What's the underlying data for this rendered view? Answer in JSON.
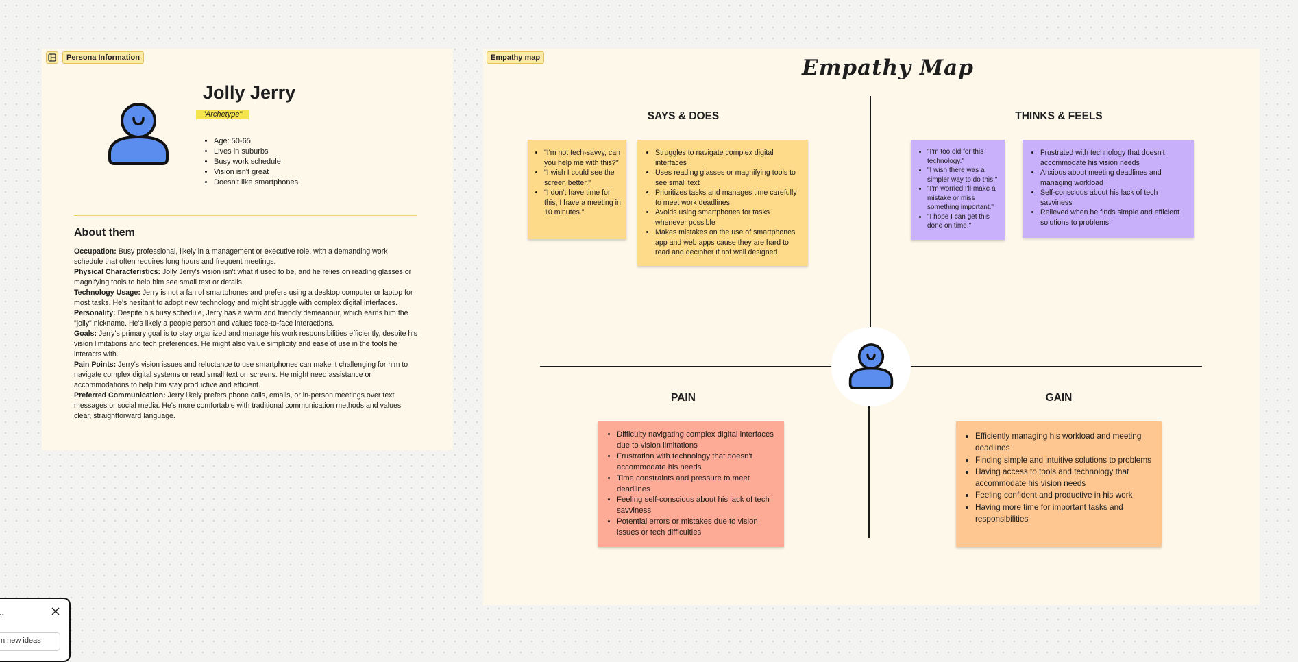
{
  "persona_frame": {
    "label": "Persona Information",
    "name": "Jolly Jerry",
    "archetype": "\"Archetype\"",
    "traits": [
      "Age: 50-65",
      "Lives in suburbs",
      "Busy work schedule",
      "Vision isn't great",
      "Doesn't like smartphones"
    ],
    "about_title": "About them",
    "about": [
      {
        "label": "Occupation:",
        "text": " Busy professional, likely in a management or executive role, with a demanding work schedule that often requires long hours and frequent meetings."
      },
      {
        "label": "Physical Characteristics:",
        "text": " Jolly Jerry's vision isn't what it used to be, and he relies on reading glasses or magnifying tools to help him see small text or details."
      },
      {
        "label": "Technology Usage:",
        "text": " Jerry is not a fan of smartphones and prefers using a desktop computer or laptop for most tasks. He's hesitant to adopt new technology and might struggle with complex digital interfaces."
      },
      {
        "label": "Personality:",
        "text": " Despite his busy schedule, Jerry has a warm and friendly demeanour, which earns him the \"jolly\" nickname. He's likely a people person and values face-to-face interactions."
      },
      {
        "label": "Goals:",
        "text": " Jerry's primary goal is to stay organized and manage his work responsibilities efficiently, despite his vision limitations and tech preferences. He might also value simplicity and ease of use in the tools he interacts with."
      },
      {
        "label": "Pain Points:",
        "text": " Jerry's vision issues and reluctance to use smartphones can make it challenging for him to navigate complex digital systems or read small text on screens. He might need assistance or accommodations to help him stay productive and efficient."
      },
      {
        "label": "Preferred Communication:",
        "text": " Jerry likely prefers phone calls, emails, or in-person meetings over text messages or social media. He's more comfortable with traditional communication methods and values clear, straightforward language."
      }
    ]
  },
  "empathy_frame": {
    "label": "Empathy map",
    "title": "Empathy Map",
    "says_does": {
      "title": "SAYS & DOES",
      "says": [
        "\"I'm not tech-savvy, can you help me with this?\"",
        "\"I wish I could see the screen better.\"",
        "\"I don't have time for this, I have a meeting in 10 minutes.\""
      ],
      "does": [
        "Struggles to navigate complex digital interfaces",
        "Uses reading glasses or magnifying tools to see small text",
        "Prioritizes tasks and manages time carefully to meet work deadlines",
        "Avoids using smartphones for tasks whenever possible",
        "Makes mistakes on the use of smartphones app and web apps cause they are hard to read and decipher if not well designed"
      ]
    },
    "thinks_feels": {
      "title": "THINKS & FEELS",
      "thinks": [
        "\"I'm too old for this technology.\"",
        "\"I wish there was a simpler way to do this.\"",
        "\"I'm worried I'll make a mistake or miss something important.\"",
        "\"I hope I can get this done on time.\""
      ],
      "feels": [
        "Frustrated with technology that doesn't accommodate his vision needs",
        "Anxious about meeting deadlines and managing workload",
        "Self-conscious about his lack of tech savviness",
        "Relieved when he finds simple and efficient solutions to problems"
      ]
    },
    "pain": {
      "title": "PAIN",
      "items": [
        "Difficulty navigating complex digital interfaces due to vision limitations",
        "Frustration with technology that doesn't accommodate his needs",
        "Time constraints and pressure to meet deadlines",
        "Feeling self-conscious about his lack of tech savviness",
        "Potential errors or mistakes due to vision issues or tech difficulties"
      ]
    },
    "gain": {
      "title": "GAIN",
      "items": [
        "Efficiently managing his workload and meeting deadlines",
        "Finding simple and intuitive solutions to problems",
        "Having access to tools and technology that accommodate his vision needs",
        "Feeling confident and productive in his work",
        "Having more time for important tasks and responsibilities"
      ]
    }
  },
  "popup": {
    "title": "...",
    "input_text": "n new ideas"
  },
  "colors": {
    "canvas": "#f3f3f2",
    "frame": "#fdf8ea",
    "says": "#fdd98a",
    "does": "#fedb8a",
    "thinks": "#c9b1fb",
    "feels": "#c9b0fb",
    "pain": "#fdab97",
    "gain": "#fec792",
    "avatar": "#5b8def",
    "archetype_highlight": "#f6e44f"
  }
}
